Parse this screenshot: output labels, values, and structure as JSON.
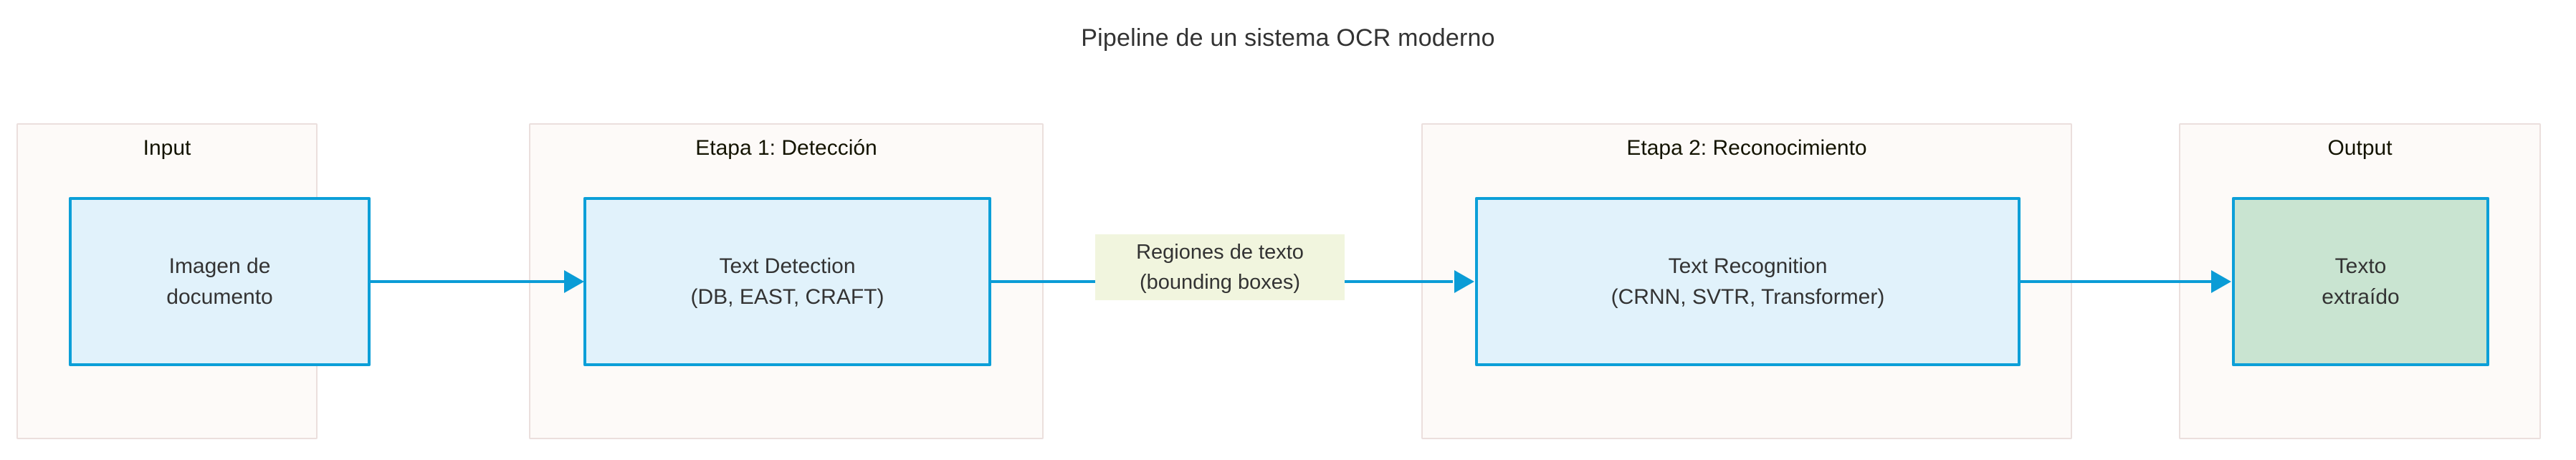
{
  "title": "Pipeline de un sistema OCR moderno",
  "clusters": [
    {
      "id": "input",
      "label": "Input"
    },
    {
      "id": "stage1",
      "label": "Etapa 1: Detección"
    },
    {
      "id": "stage2",
      "label": "Etapa 2: Reconocimiento"
    },
    {
      "id": "output",
      "label": "Output"
    }
  ],
  "nodes": [
    {
      "id": "image",
      "line1": "Imagen de",
      "line2": "documento"
    },
    {
      "id": "detection",
      "line1": "Text Detection",
      "line2": "(DB, EAST, CRAFT)"
    },
    {
      "id": "recognition",
      "line1": "Text Recognition",
      "line2": "(CRNN, SVTR, Transformer)"
    },
    {
      "id": "output",
      "line1": "Texto",
      "line2": "extraído"
    }
  ],
  "edges": [
    {
      "id": "e1",
      "from": "image",
      "to": "detection",
      "label": ""
    },
    {
      "id": "e2",
      "from": "detection",
      "to": "recognition",
      "label_line1": "Regiones de texto",
      "label_line2": "(bounding boxes)"
    },
    {
      "id": "e3",
      "from": "recognition",
      "to": "output",
      "label": ""
    }
  ],
  "colors": {
    "node_border": "#0c9fd8",
    "node_fill": "#e1f2fb",
    "output_node_fill": "#c9e4d1",
    "cluster_border": "#ebdfdd",
    "cluster_fill": "#fdfaf8",
    "edge": "#0b9cd6",
    "edge_label_bg": "#f1f5de",
    "text": "#333333",
    "background": "#ffffff"
  }
}
